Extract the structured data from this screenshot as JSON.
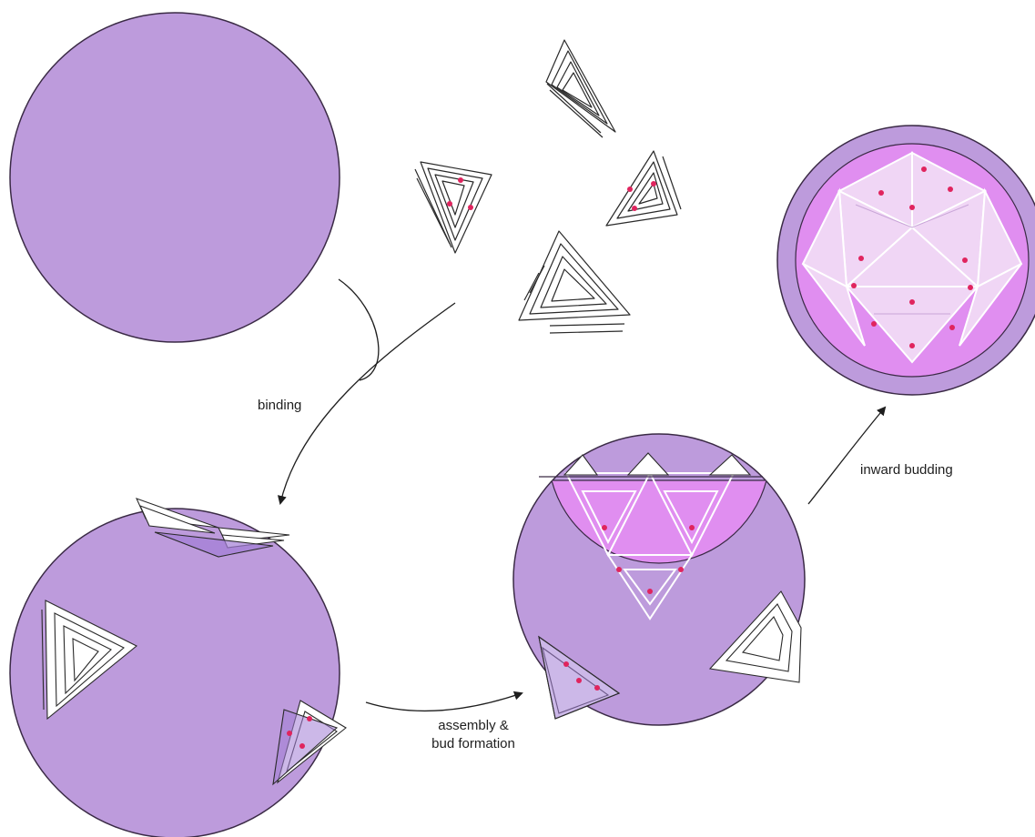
{
  "steps": {
    "binding": "binding",
    "assembly_line1": "assembly &",
    "assembly_line2": "bud formation",
    "inward_budding": "inward budding"
  },
  "colors": {
    "membrane": "#bd9bdc",
    "membrane_outline": "#3a2a45",
    "bud_inner": "#e08ef0",
    "origami_stroke": "#2a2a2a",
    "origami_fill": "#ffffff",
    "binder": "#e0245e",
    "arrow": "#1e1e1e"
  },
  "icons": {
    "vesicle": "sphere",
    "origami_unit": "triangle-bundle",
    "capsid": "icosahedron"
  }
}
